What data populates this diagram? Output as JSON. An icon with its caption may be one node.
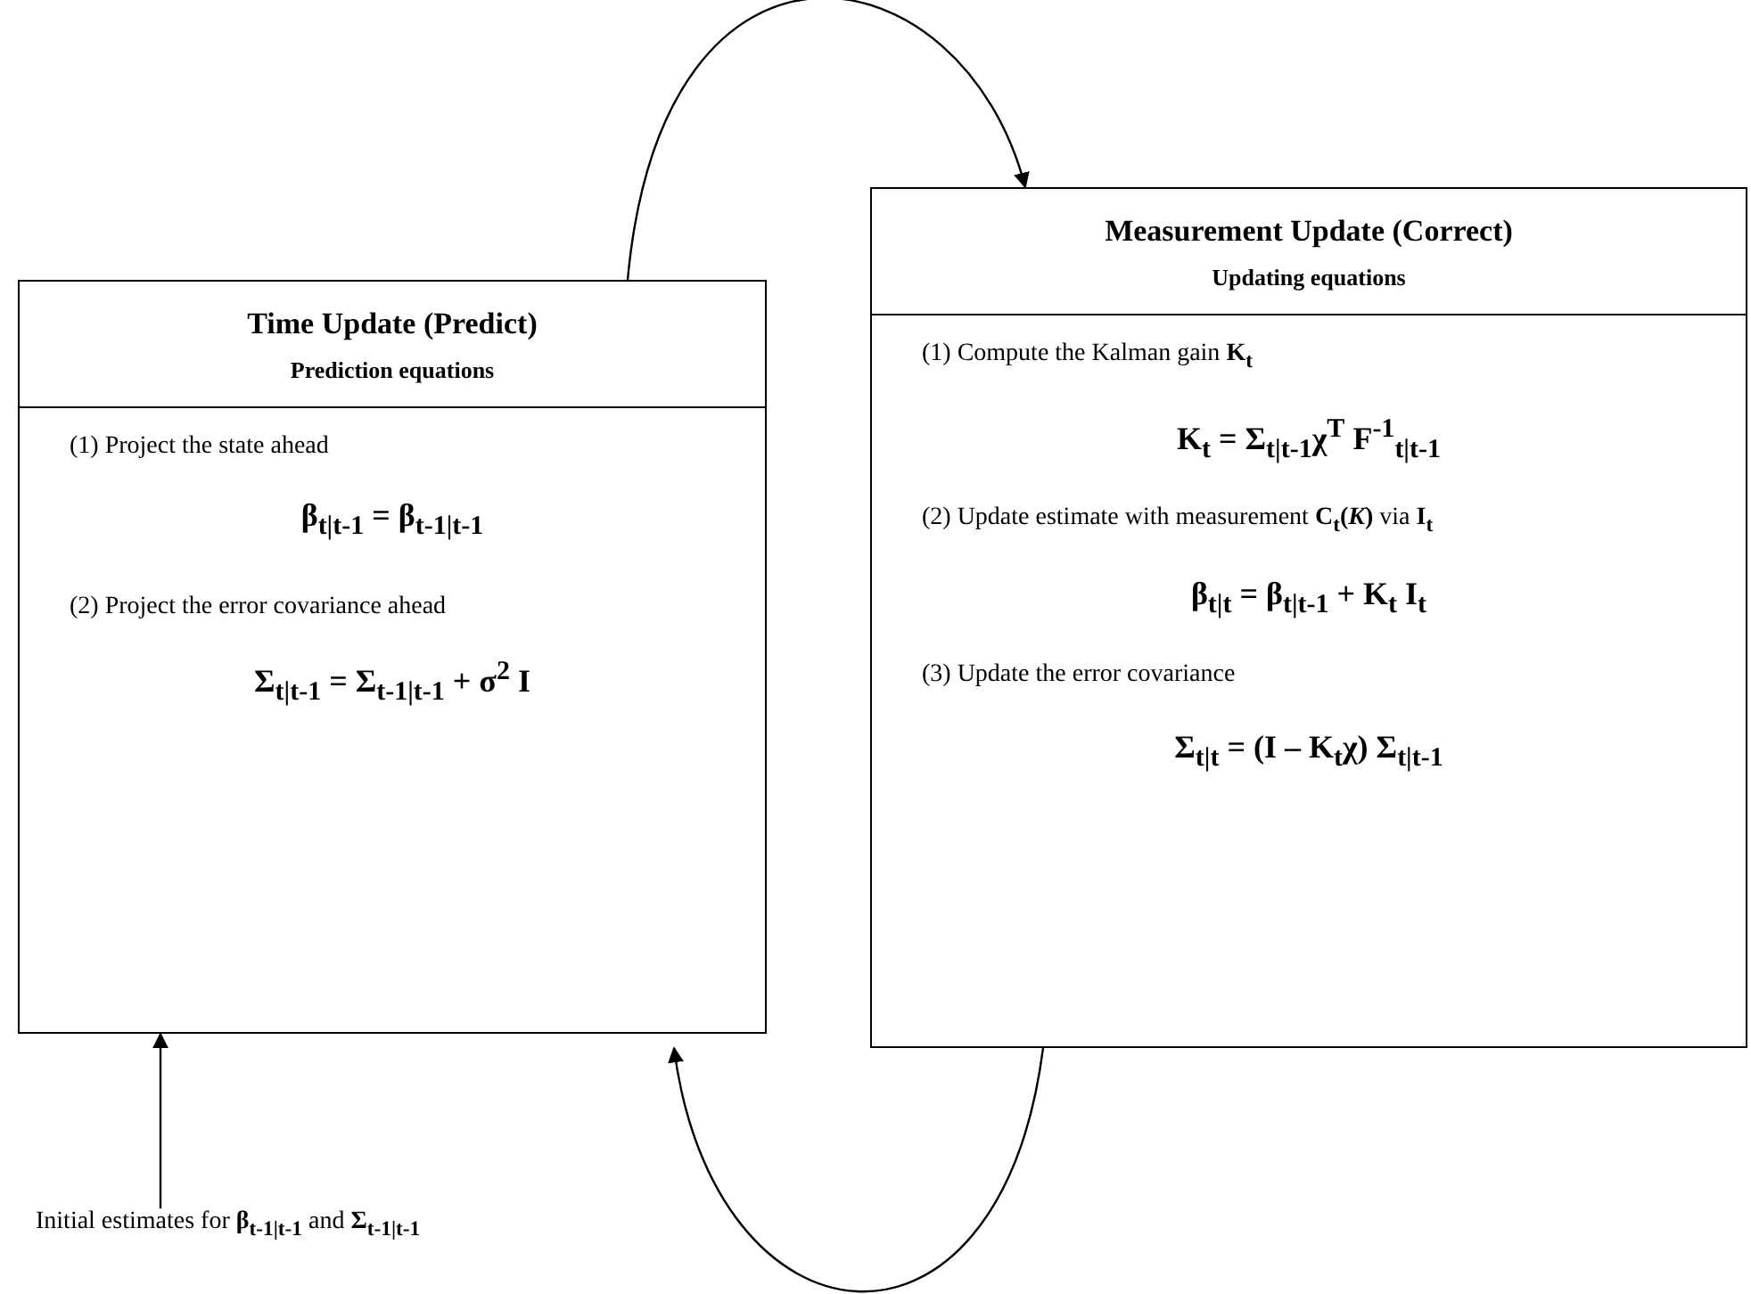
{
  "diagram": {
    "nodes": [
      {
        "text": [
          "Time Update (Predict)",
          "Prediction equations",
          "(1) Project the state ahead",
          "β$_{t|t-1}$ = β$_{t-1|t-1}$",
          "(2) Project the error covariance ahead",
          "Σ$_{t|t-1}$ = Σ$_{t-1|t-1}$ + σ$^{2}$ I"
        ]
      },
      {
        "text": [
          "Measurement Update (Correct)",
          "Updating equations",
          "(1) Compute the Kalman gain **K$_{t}$**",
          "K$_{t}$ = Σ$_{t|t-1}$χ$^{T}$ F$^{-1}$$_{t|t-1}$",
          "(2) Update estimate with measurement **C$_{t}$(*K*)** via **I$_{t}$**",
          "β$_{t|t}$ = β$_{t|t-1}$ + K$_{t}$ I$_{t}$",
          "(3) Update the error covariance",
          "Σ$_{t|t}$ = (I – K$_{t}$χ) Σ$_{t|t-1}$"
        ]
      },
      {
        "text": [
          "Initial estimates for **β$_{t-1|t-1}$** and **Σ$_{t-1|t-1}$**"
        ]
      }
    ],
    "edges": [
      {
        "from": 0,
        "to": 1,
        "arrow": "to"
      },
      {
        "from": 1,
        "to": 0,
        "arrow": "to"
      },
      {
        "from": 2,
        "to": 0,
        "arrow": "to"
      }
    ]
  }
}
